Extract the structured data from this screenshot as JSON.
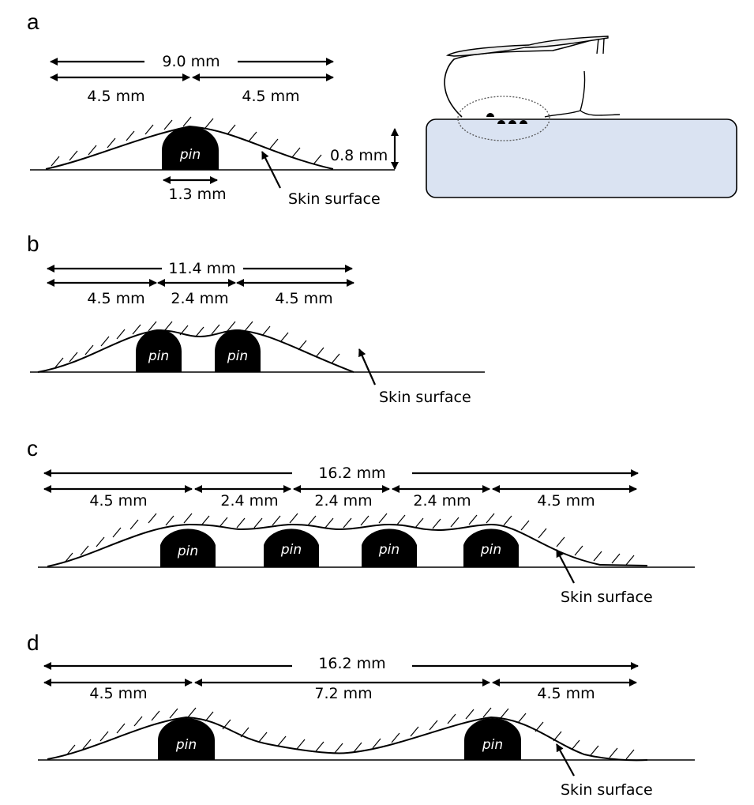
{
  "figure": {
    "panels": [
      {
        "id": "a",
        "label": "a",
        "total": "9.0 mm",
        "segments": [
          "4.5 mm",
          "4.5 mm"
        ],
        "pin_count": 1,
        "pin_label": "pin",
        "pin_width": "1.3 mm",
        "height": "0.8 mm",
        "skin_label": "Skin surface"
      },
      {
        "id": "b",
        "label": "b",
        "total": "11.4 mm",
        "segments": [
          "4.5 mm",
          "2.4 mm",
          "4.5 mm"
        ],
        "pin_count": 2,
        "pin_label": "pin",
        "skin_label": "Skin surface"
      },
      {
        "id": "c",
        "label": "c",
        "total": "16.2 mm",
        "segments": [
          "4.5 mm",
          "2.4 mm",
          "2.4 mm",
          "2.4 mm",
          "4.5 mm"
        ],
        "pin_count": 4,
        "pin_label": "pin",
        "skin_label": "Skin surface"
      },
      {
        "id": "d",
        "label": "d",
        "total": "16.2 mm",
        "segments": [
          "4.5 mm",
          "7.2 mm",
          "4.5 mm"
        ],
        "pin_count": 2,
        "pin_label": "pin",
        "skin_label": "Skin surface"
      }
    ],
    "inset": {
      "description": "finger-on-pin-display",
      "surface_color": "#dae3f2",
      "pins_shown": 3
    }
  }
}
